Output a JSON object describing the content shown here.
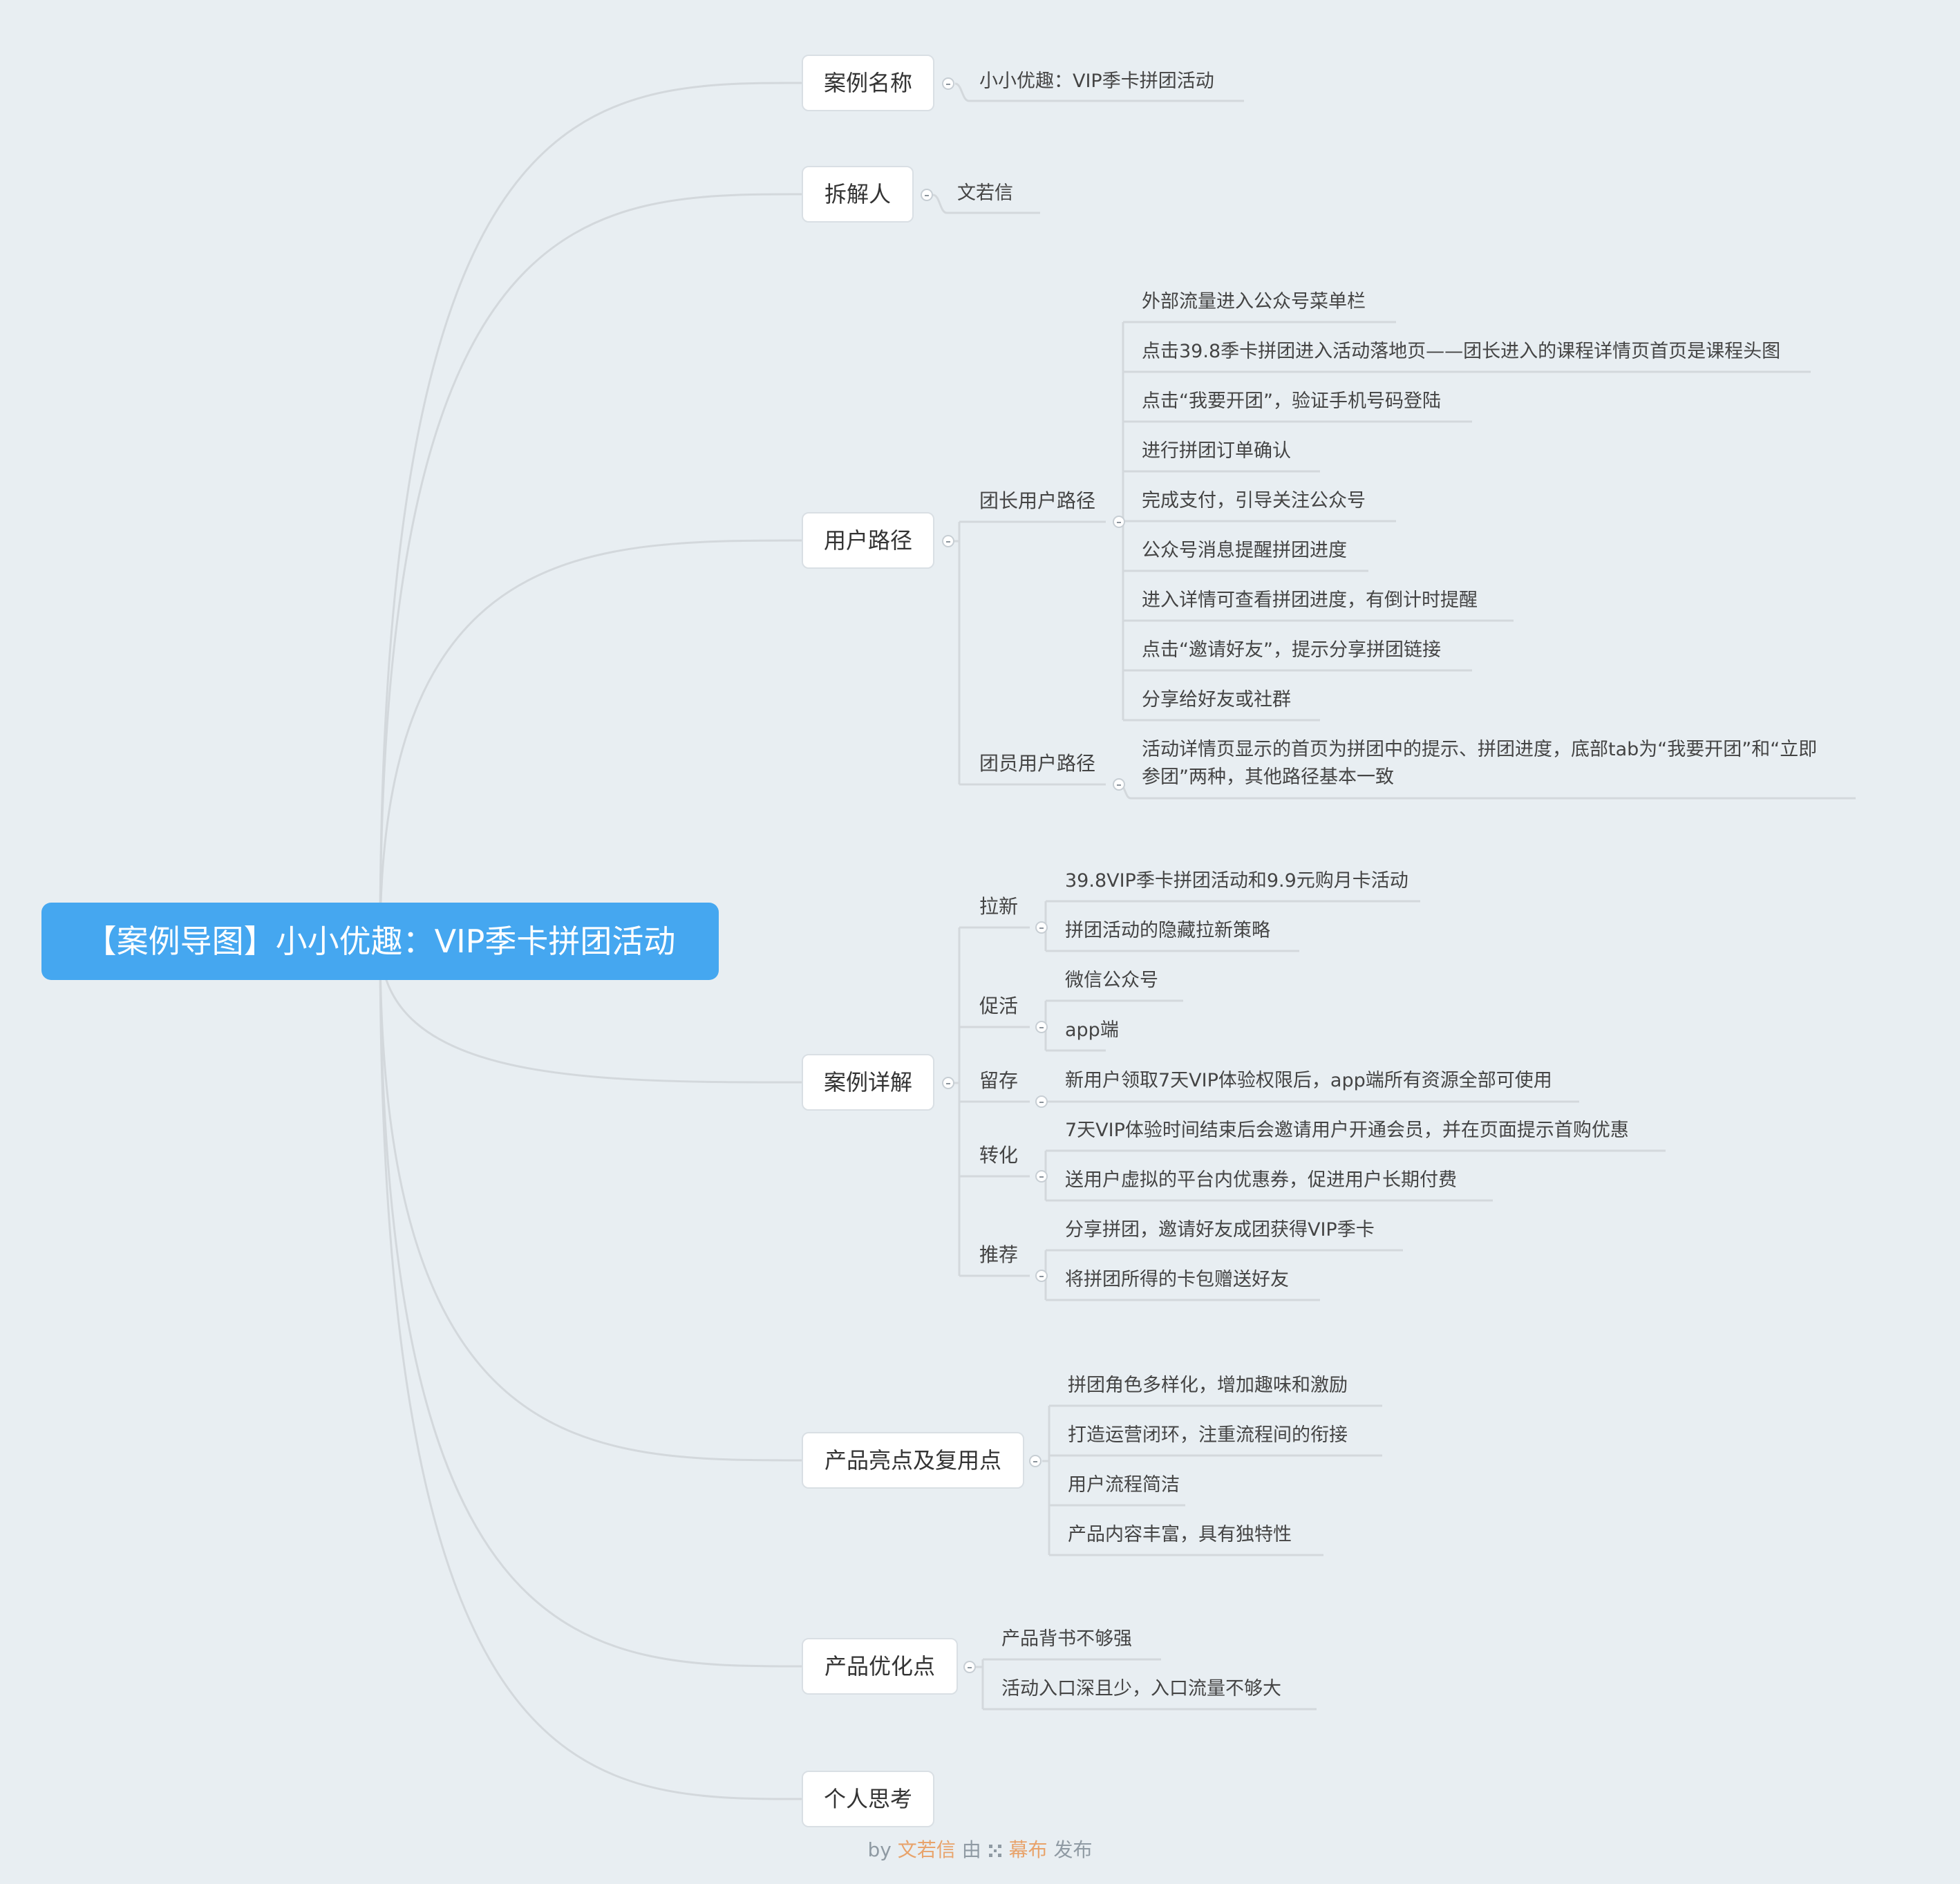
{
  "root": "【案例导图】小小优趣：VIP季卡拼团活动",
  "branches": {
    "case_name": {
      "label": "案例名称",
      "leaf": "小小优趣：VIP季卡拼团活动"
    },
    "author": {
      "label": "拆解人",
      "leaf": "文若信"
    },
    "user_path": {
      "label": "用户路径",
      "leader": {
        "label": "团长用户路径",
        "items": [
          "外部流量进入公众号菜单栏",
          "点击39.8季卡拼团进入活动落地页——团长进入的课程详情页首页是课程头图",
          "点击“我要开团”，验证手机号码登陆",
          "进行拼团订单确认",
          "完成支付，引导关注公众号",
          "公众号消息提醒拼团进度",
          "进入详情可查看拼团进度，有倒计时提醒",
          "点击“邀请好友”，提示分享拼团链接",
          "分享给好友或社群"
        ]
      },
      "member": {
        "label": "团员用户路径",
        "line1": "活动详情页显示的首页为拼团中的提示、拼团进度，底部tab为“我要开团”和“立即",
        "line2": "参团”两种，其他路径基本一致"
      }
    },
    "case_detail": {
      "label": "案例详解",
      "acquire": {
        "label": "拉新",
        "items": [
          "39.8VIP季卡拼团活动和9.9元购月卡活动",
          "拼团活动的隐藏拉新策略"
        ]
      },
      "activate": {
        "label": "促活",
        "items": [
          "微信公众号",
          "app端"
        ]
      },
      "retain": {
        "label": "留存",
        "items": [
          "新用户领取7天VIP体验权限后，app端所有资源全部可使用"
        ]
      },
      "convert": {
        "label": "转化",
        "items": [
          "7天VIP体验时间结束后会邀请用户开通会员，并在页面提示首购优惠",
          "送用户虚拟的平台内优惠券，促进用户长期付费"
        ]
      },
      "refer": {
        "label": "推荐",
        "items": [
          "分享拼团，邀请好友成团获得VIP季卡",
          "将拼团所得的卡包赠送好友"
        ]
      }
    },
    "highlights": {
      "label": "产品亮点及复用点",
      "items": [
        "拼团角色多样化，增加趣味和激励",
        "打造运营闭环，注重流程间的衔接",
        "用户流程简洁",
        "产品内容丰富，具有独特性"
      ]
    },
    "optimize": {
      "label": "产品优化点",
      "items": [
        "产品背书不够强",
        "活动入口深且少，入口流量不够大"
      ]
    },
    "thoughts": {
      "label": "个人思考"
    }
  },
  "footer": {
    "by": "by",
    "author": "文若信",
    "mid": "由",
    "brand": "幕布",
    "end": "发布"
  },
  "colors": {
    "root": "#45a7f0",
    "line": "#d3d8dc",
    "background": "#e8eef2"
  }
}
